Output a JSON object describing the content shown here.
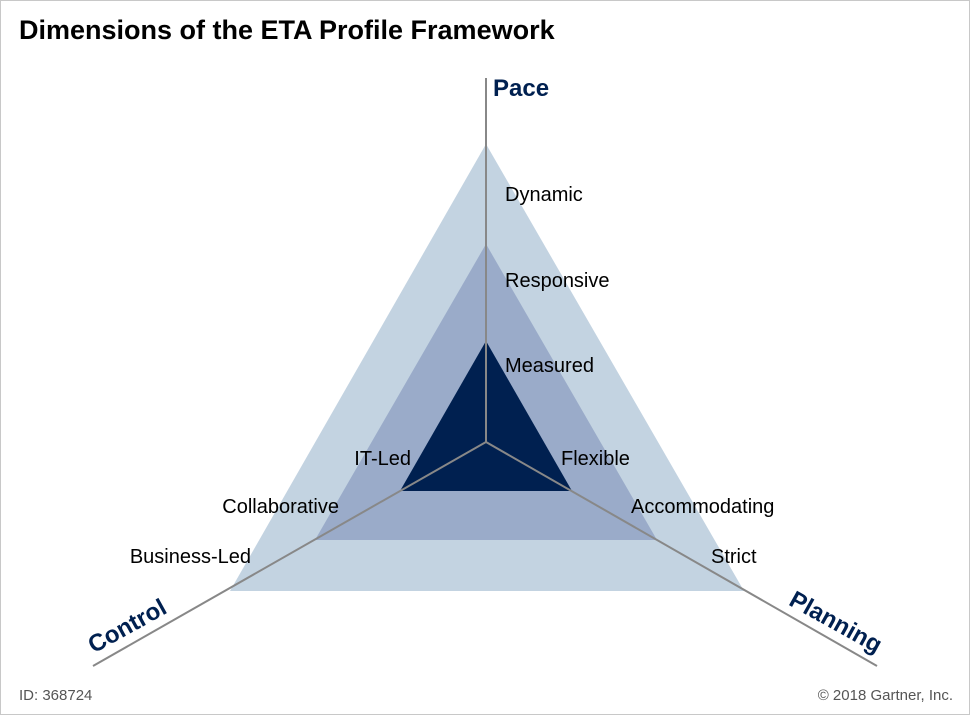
{
  "title": "Dimensions of the ETA Profile Framework",
  "footer": {
    "id": "ID: 368724",
    "copyright": "© 2018 Gartner, Inc."
  },
  "colors": {
    "outer": "#c3d3e1",
    "middle": "#9aabc9",
    "inner": "#002050",
    "axis": "#888888",
    "axis_label": "#002050"
  },
  "axes": {
    "pace": "Pace",
    "control": "Control",
    "planning": "Planning"
  },
  "pace_levels": [
    "Dynamic",
    "Responsive",
    "Measured"
  ],
  "control_levels": [
    "Business-Led",
    "Collaborative",
    "IT-Led"
  ],
  "planning_levels": [
    "Strict",
    "Accommodating",
    "Flexible"
  ]
}
